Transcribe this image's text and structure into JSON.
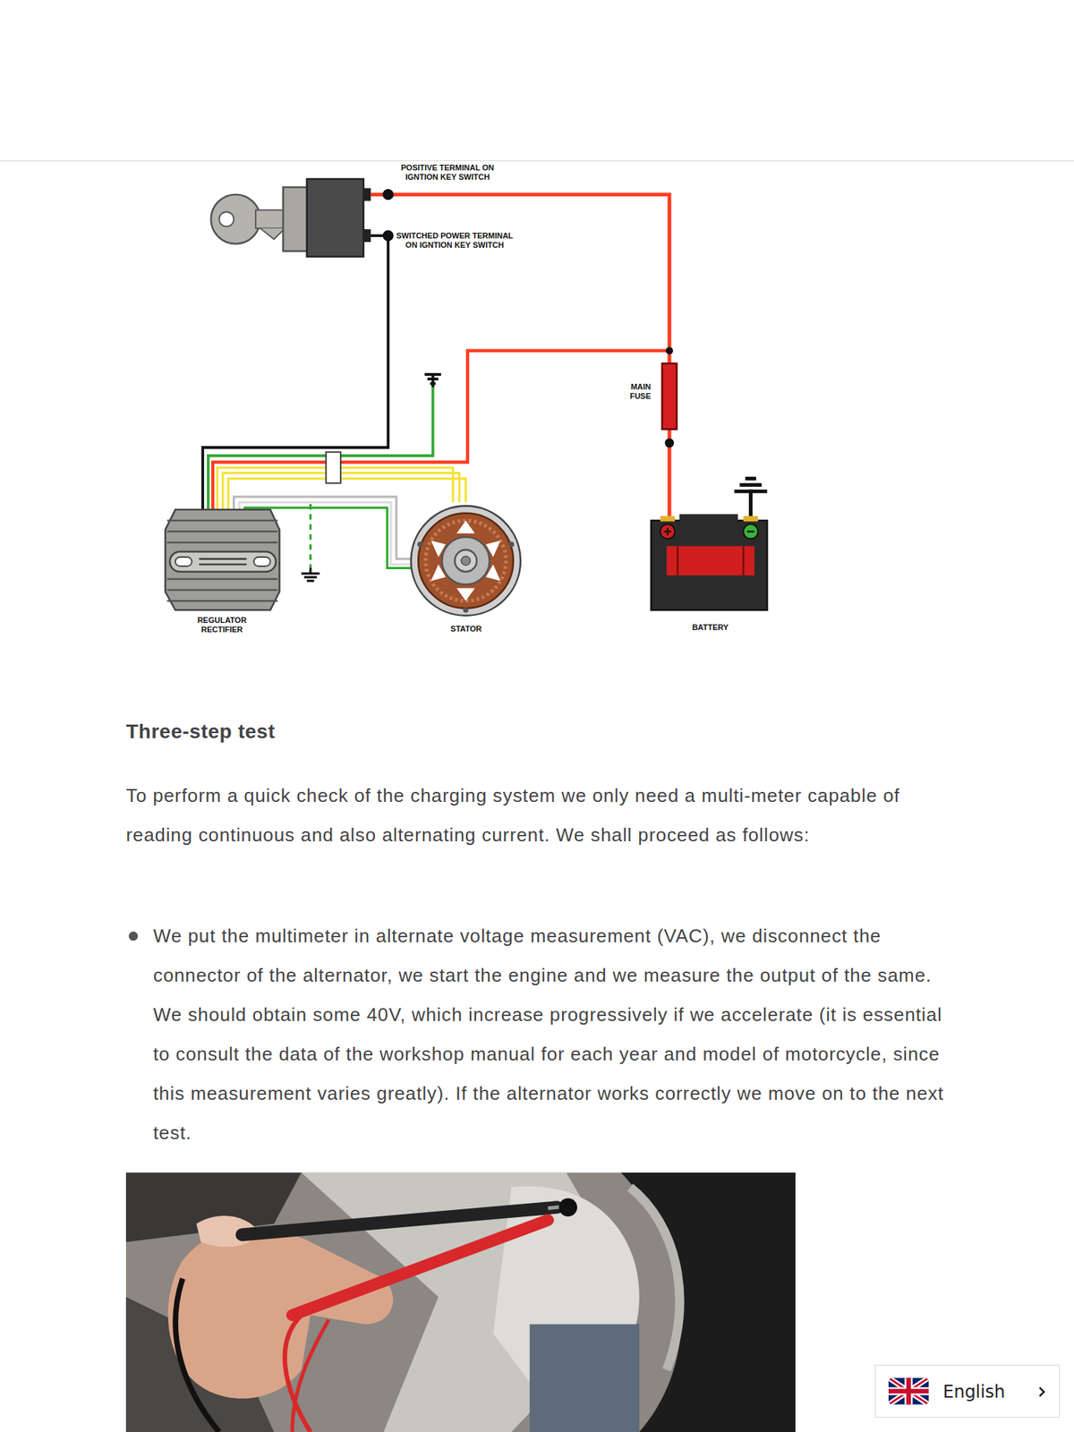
{
  "diagram": {
    "title": "Three-step test",
    "nodes": [
      {
        "text": [
          "English"
        ]
      }
    ],
    "labels": [
      "POSITIVE TERMINAL ON IGNTION KEY SWITCH",
      "SWITCHED POWER TERMINAL ON IGNTION KEY SWITCH",
      "MAIN FUSE",
      "REGULATOR RECTIFIER",
      "STATOR",
      "BATTERY",
      "To perform a quick check of the charging system we only need a multi-meter capable of reading continuous and also alternating current. We shall proceed as follows:",
      "We put the multimeter in alternate voltage measurement (VAC), we disconnect the connector of the alternator, we start the engine and we measure the output of the same. We should obtain some 40V, which increase progressively if we accelerate (it is essential to consult the data of the workshop manual for each year and model of motorcycle, since this measurement varies greatly). If the alternator works correctly we move on to the next test."
    ]
  }
}
